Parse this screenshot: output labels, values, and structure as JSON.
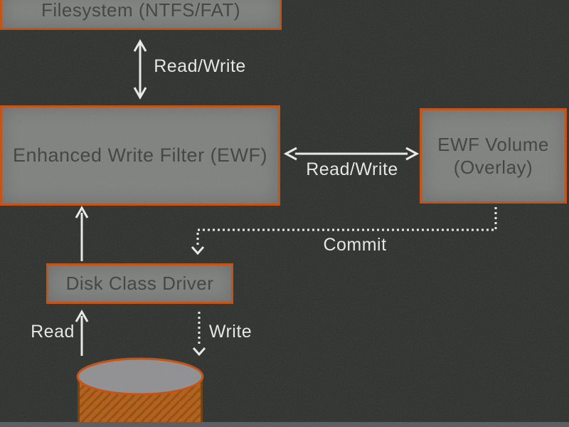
{
  "nodes": {
    "filesystem": {
      "label": "Filesystem (NTFS/FAT)"
    },
    "ewf": {
      "label": "Enhanced Write Filter (EWF)"
    },
    "ewf_volume": {
      "line1": "EWF Volume",
      "line2": "(Overlay)"
    },
    "disk_class_driver": {
      "label": "Disk Class Driver"
    }
  },
  "edges": {
    "filesystem_ewf": {
      "label": "Read/Write"
    },
    "ewf_overlay": {
      "label": "Read/Write"
    },
    "overlay_commit": {
      "label": "Commit"
    },
    "disk_read": {
      "label": "Read"
    },
    "disk_write": {
      "label": "Write"
    }
  },
  "icons": {
    "disk_cylinder": "physical-disk"
  },
  "colors": {
    "background": "#292c29",
    "node_fill": "#7d7f7d",
    "node_border": "#c64a08",
    "node_text": "#3a3d3b",
    "arrow": "#eceeec",
    "label_text": "#e9ebea",
    "cylinder_fill": "#b25a0f",
    "cylinder_stripe": "#6e3a06",
    "cylinder_top": "#8e8e90",
    "bottom_strip": "#54575a"
  }
}
